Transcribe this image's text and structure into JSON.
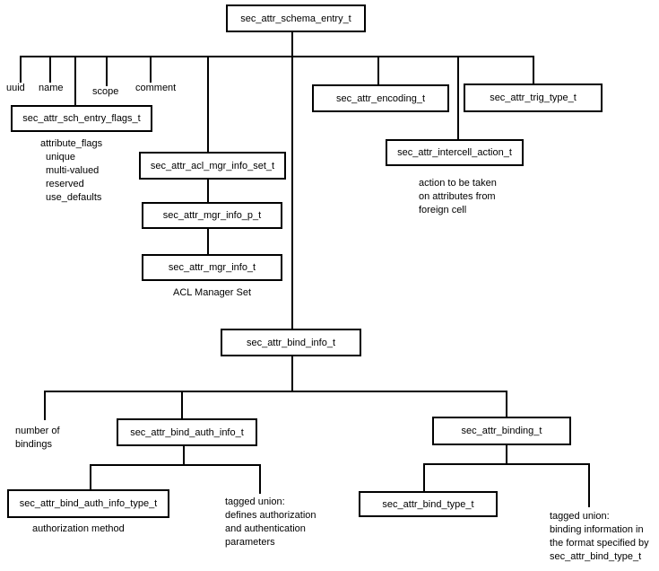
{
  "diagram_type": "hierarchy-tree",
  "nodes": {
    "schema_entry": "sec_attr_schema_entry_t",
    "sch_entry_flags": "sec_attr_sch_entry_flags_t",
    "acl_mgr_info_set": "sec_attr_acl_mgr_info_set_t",
    "mgr_info_p": "sec_attr_mgr_info_p_t",
    "mgr_info": "sec_attr_mgr_info_t",
    "encoding": "sec_attr_encoding_t",
    "trig_type": "sec_attr_trig_type_t",
    "intercell_action": "sec_attr_intercell_action_t",
    "bind_info": "sec_attr_bind_info_t",
    "bind_auth_info": "sec_attr_bind_auth_info_t",
    "binding": "sec_attr_binding_t",
    "bind_auth_info_type": "sec_attr_bind_auth_info_type_t",
    "bind_type": "sec_attr_bind_type_t"
  },
  "field_labels": {
    "uuid": "uuid",
    "name": "name",
    "scope": "scope",
    "comment": "comment"
  },
  "flags_list": [
    "attribute_flags",
    "unique",
    "multi-valued",
    "reserved",
    "use_defaults"
  ],
  "annotations": {
    "acl_manager_set": "ACL Manager Set",
    "intercell": [
      "action to be taken",
      "on attributes from",
      "foreign cell"
    ],
    "number_of_bindings": [
      "number of",
      "bindings"
    ],
    "authorization_method": "authorization method",
    "auth_tagged_union": [
      "tagged union:",
      "defines authorization",
      "and authentication",
      "parameters"
    ],
    "binding_tagged_union": [
      "tagged union:",
      "binding information in",
      "the format specified by",
      "sec_attr_bind_type_t"
    ]
  },
  "colors": {
    "line": "#000000",
    "background": "#ffffff",
    "box_fill": "#ffffff"
  }
}
